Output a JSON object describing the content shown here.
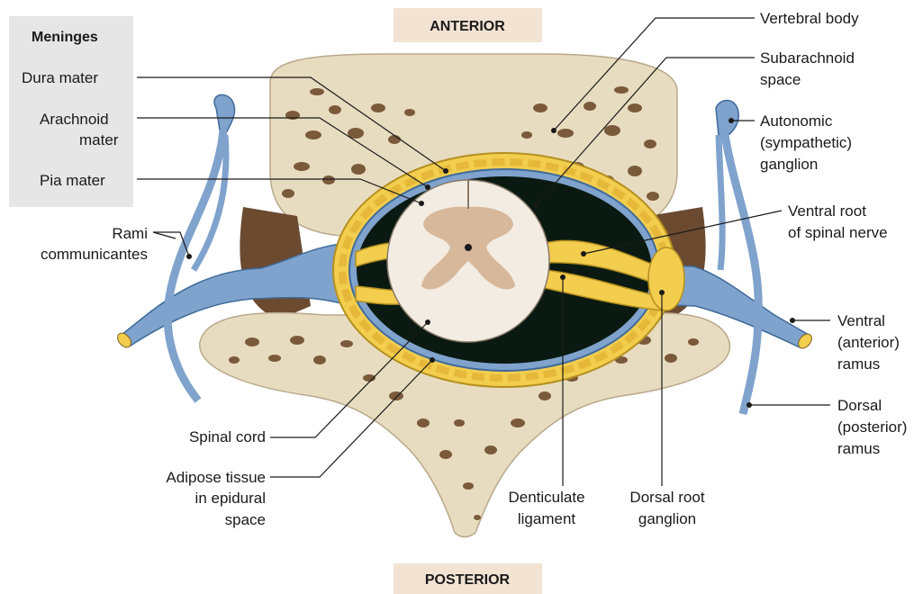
{
  "orientation": {
    "top": "ANTERIOR",
    "bottom": "POSTERIOR"
  },
  "meninges_box": {
    "title": "Meninges",
    "items": [
      "Dura mater",
      "Arachnoid",
      "mater",
      "Pia mater"
    ]
  },
  "labels_left": {
    "rami_1": "Rami",
    "rami_2": "communicantes",
    "spinal_cord": "Spinal cord",
    "adipose_1": "Adipose tissue",
    "adipose_2": "in epidural",
    "adipose_3": "space"
  },
  "labels_right": {
    "vertebral_body": "Vertebral body",
    "subarachnoid_1": "Subarachnoid",
    "subarachnoid_2": "space",
    "autonomic_1": "Autonomic",
    "autonomic_2": "(sympathetic)",
    "autonomic_3": "ganglion",
    "ventral_root_1": "Ventral root",
    "ventral_root_2": "of spinal nerve",
    "ventral_ramus_1": "Ventral",
    "ventral_ramus_2": "(anterior)",
    "ventral_ramus_3": "ramus",
    "dorsal_ramus_1": "Dorsal",
    "dorsal_ramus_2": "(posterior)",
    "dorsal_ramus_3": "ramus"
  },
  "labels_bottom": {
    "denticulate_1": "Denticulate",
    "denticulate_2": "ligament",
    "drg_1": "Dorsal root",
    "drg_2": "ganglion"
  },
  "colors": {
    "bone": "#e8dcc0",
    "bone_pores": "#7a5a3a",
    "nerve_blue": "#7fa3cc",
    "fat_yellow": "#f2cd4e",
    "cord": "#f3ece2",
    "grey_matter": "#d8b89a",
    "subarachnoid": "#0a1a12",
    "label_bg": "#f3e3d3"
  }
}
